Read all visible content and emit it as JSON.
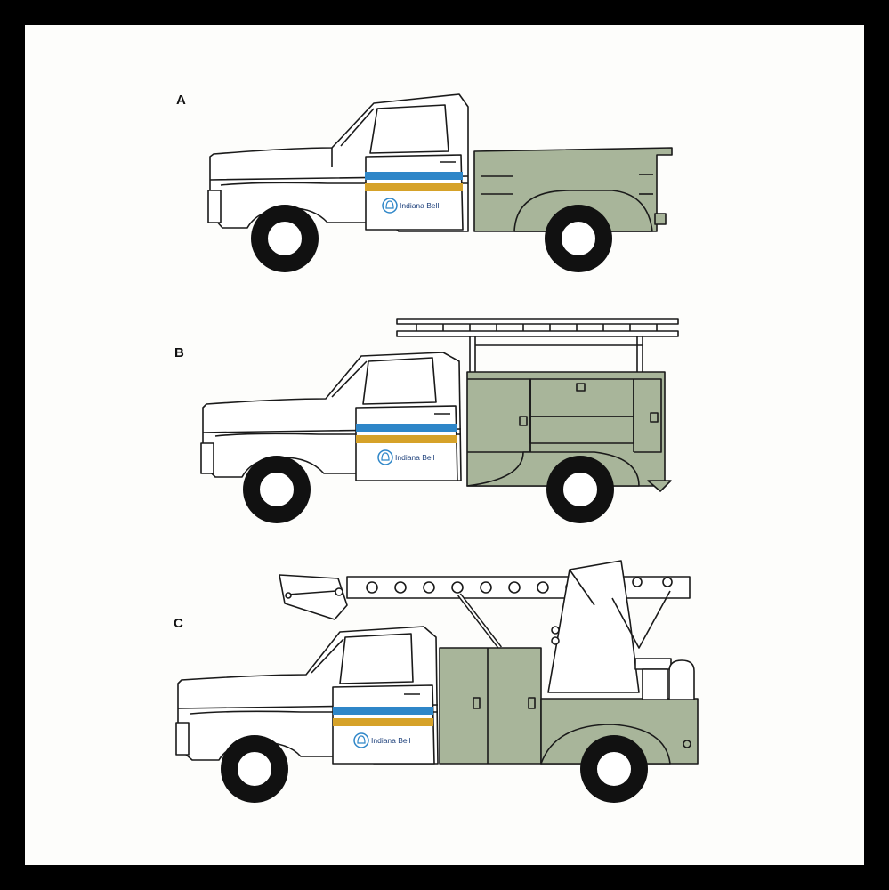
{
  "colors": {
    "frame": "#000000",
    "paper": "#fdfdfb",
    "body_green": "#a8b59a",
    "stripe_blue": "#2e86c8",
    "stripe_gold": "#d6a229",
    "outline": "#1a1a1a",
    "logo_blue": "#2e86c8"
  },
  "trucks": [
    {
      "label": "A",
      "body_type": "pickup",
      "logo_text": "Indiana Bell"
    },
    {
      "label": "B",
      "body_type": "utility-body-with-ladder-rack",
      "logo_text": "Indiana Bell"
    },
    {
      "label": "C",
      "body_type": "derrick-boom",
      "logo_text": "Indiana Bell"
    }
  ]
}
